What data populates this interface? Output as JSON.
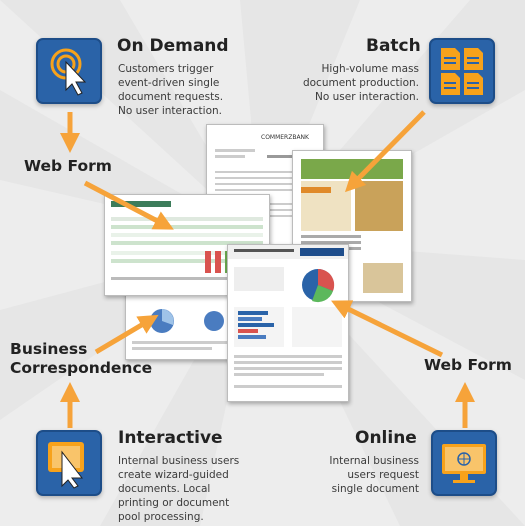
{
  "on_demand": {
    "title": "On Demand",
    "desc": [
      "Customers trigger",
      "event-driven single",
      "document requests.",
      "No user interaction."
    ]
  },
  "batch": {
    "title": "Batch",
    "desc": [
      "High-volume mass",
      "document production.",
      "No user interaction."
    ]
  },
  "interactive": {
    "title": "Interactive",
    "desc": [
      "Internal business users",
      "create wizard-guided",
      "documents. Local",
      "printing or document",
      "pool processing."
    ]
  },
  "online": {
    "title": "Online",
    "desc": [
      "Internal business",
      "users request",
      "single document"
    ]
  },
  "labels": {
    "web_form_top": "Web Form",
    "business_correspondence": [
      "Business",
      "Correspondence"
    ],
    "web_form_bottom": "Web Form"
  },
  "documents": {
    "bank_logo": "COMMERZBANK"
  },
  "colors": {
    "icon_blue": "#2a63a8",
    "accent_orange": "#f7a21b",
    "arrow_orange": "#f6a33a"
  },
  "icons": [
    "touch-icon",
    "documents-icon",
    "tablet-touch-icon",
    "monitor-globe-icon"
  ]
}
